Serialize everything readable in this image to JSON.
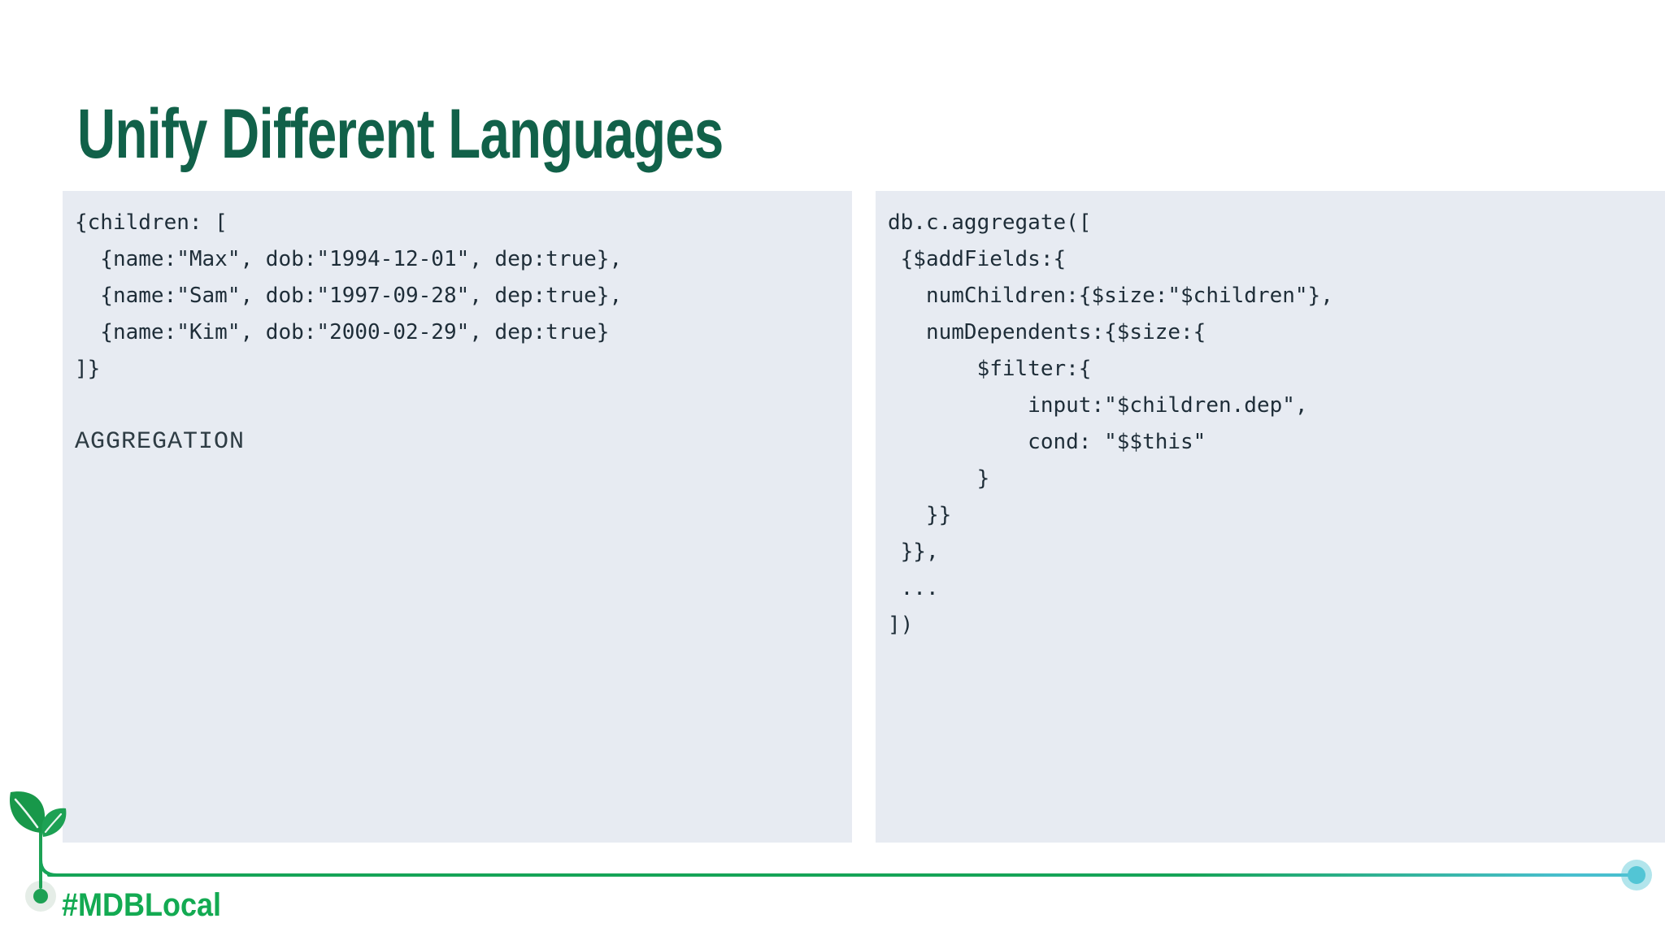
{
  "slide": {
    "title": "Unify Different Languages",
    "hashtag": "#MDBLocal"
  },
  "left_panel": {
    "code": "{children: [\n  {name:\"Max\", dob:\"1994-12-01\", dep:true},\n  {name:\"Sam\", dob:\"1997-09-28\", dep:true},\n  {name:\"Kim\", dob:\"2000-02-29\", dep:true}\n]}",
    "label": "AGGREGATION"
  },
  "right_panel": {
    "code": "db.c.aggregate([\n {$addFields:{\n   numChildren:{$size:\"$children\"},\n   numDependents:{$size:{\n       $filter:{\n           input:\"$children.dep\",\n           cond: \"$$this\"\n       }\n   }}\n }},\n ...\n])"
  },
  "colors": {
    "title_green": "#116149",
    "brand_green": "#13aa52",
    "teal_accent": "#52c5d5",
    "panel_background": "#e7ebf2",
    "code_text": "#1e2d38"
  }
}
